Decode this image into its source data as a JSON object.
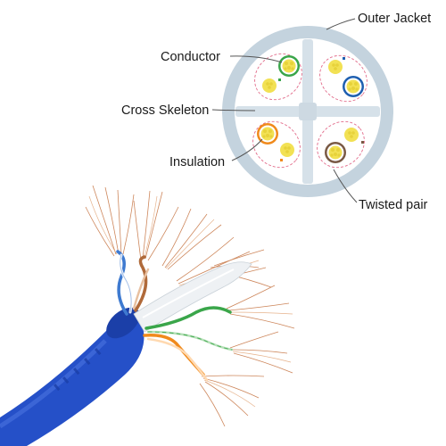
{
  "labels": {
    "outer_jacket": "Outer Jacket",
    "conductor": "Conductor",
    "cross_skeleton": "Cross Skeleton",
    "insulation": "Insulation",
    "twisted_pair": "Twisted pair"
  },
  "colors": {
    "jacket_ring": "#c4d3de",
    "jacket_inner": "#ffffff",
    "cross": "#cfdbe4",
    "pair_outline": "#e26b8a",
    "copper": "#f2e154",
    "green_insulation": "#3aa64a",
    "blue_insulation": "#1f5fb0",
    "orange_insulation": "#f08a1c",
    "brown_insulation": "#7a5a45",
    "cable_jacket": "#2550c8",
    "callout_line": "#555555"
  }
}
